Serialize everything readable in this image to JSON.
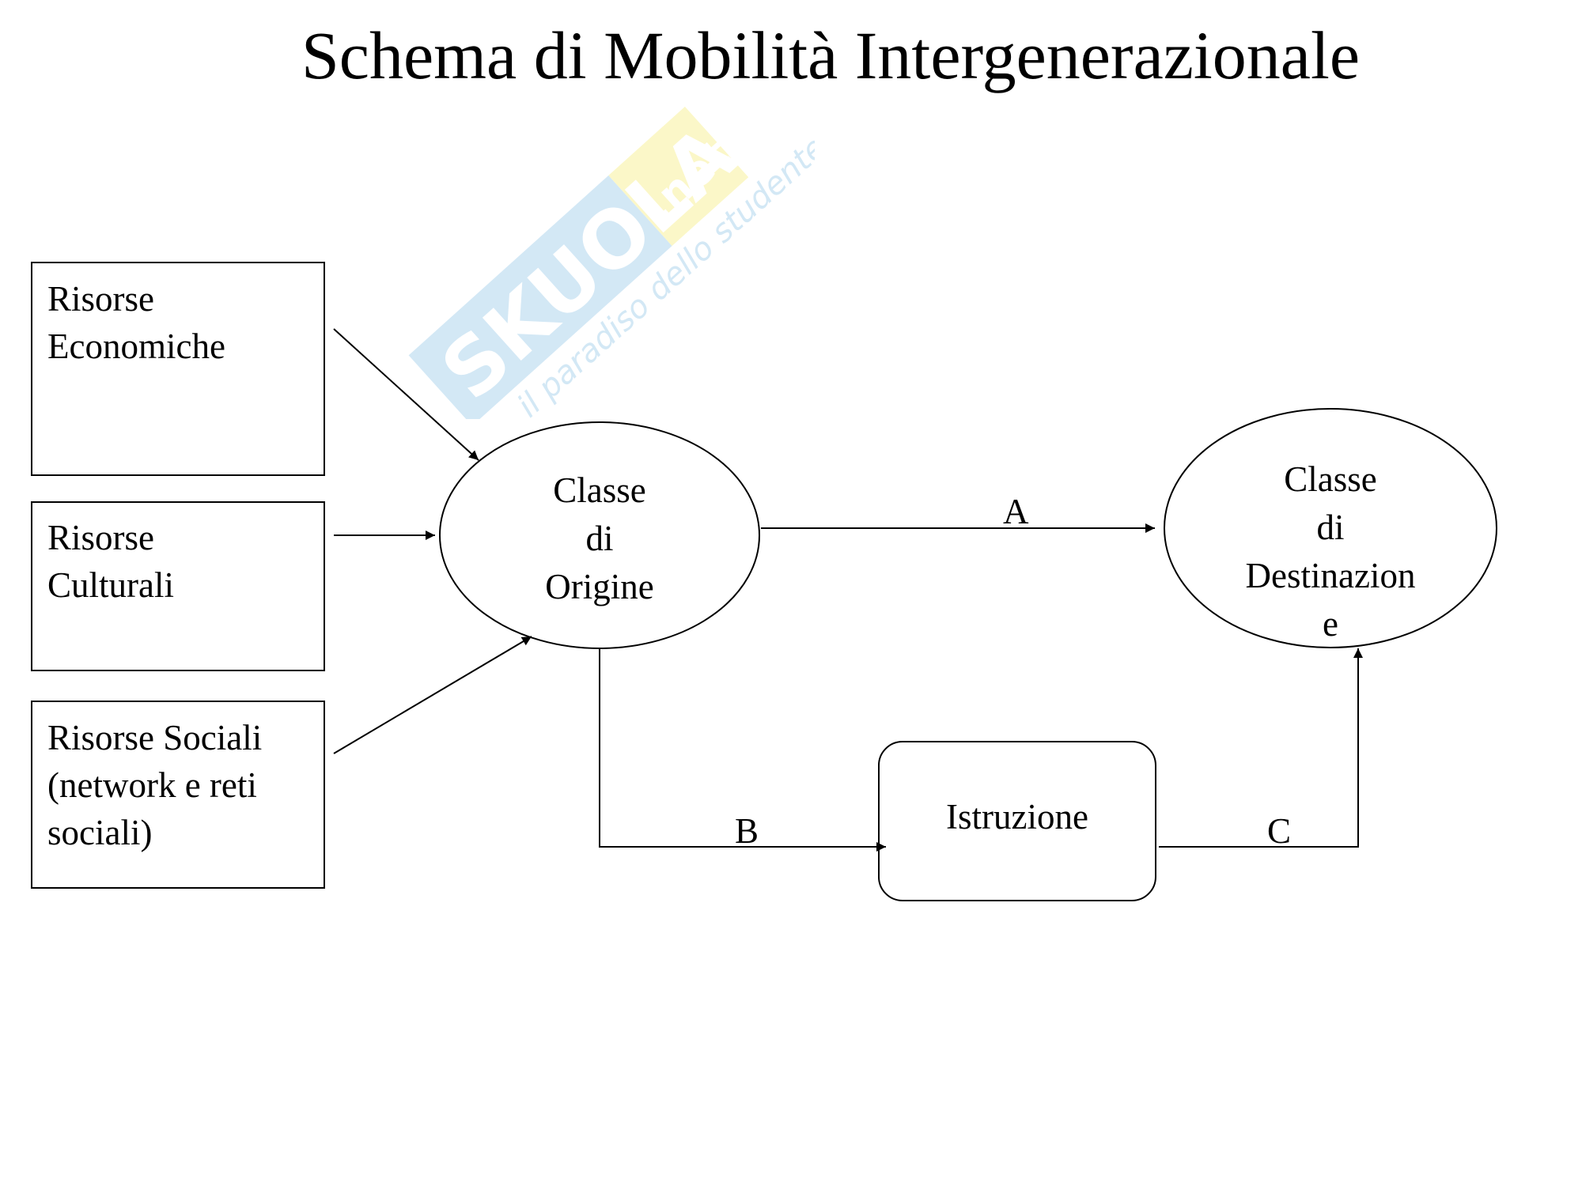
{
  "title": "Schema di Mobilità Intergenerazionale",
  "watermark": {
    "brand": "SKUOLA",
    "domain": ".net",
    "tagline": "il paradiso dello studente",
    "colors": {
      "blue": "#cfe6f4",
      "yellow": "#fbf6c2"
    }
  },
  "resources": [
    {
      "id": "economic",
      "lines": [
        "Risorse",
        "Economiche"
      ]
    },
    {
      "id": "cultural",
      "lines": [
        "Risorse",
        "Culturali"
      ]
    },
    {
      "id": "social",
      "lines": [
        "Risorse Sociali",
        "(network e reti",
        "sociali)"
      ]
    }
  ],
  "nodes": {
    "origin": {
      "lines": [
        "Classe",
        "di",
        "Origine"
      ]
    },
    "destination": {
      "lines": [
        "Classe",
        "di",
        "Destinazion",
        "e"
      ]
    },
    "education": {
      "label": "Istruzione"
    }
  },
  "edges": {
    "A": {
      "label": "A",
      "from": "Classe di Origine",
      "to": "Classe di Destinazione"
    },
    "B": {
      "label": "B",
      "from": "Classe di Origine",
      "to": "Istruzione"
    },
    "C": {
      "label": "C",
      "from": "Istruzione",
      "to": "Classe di Destinazione"
    }
  }
}
